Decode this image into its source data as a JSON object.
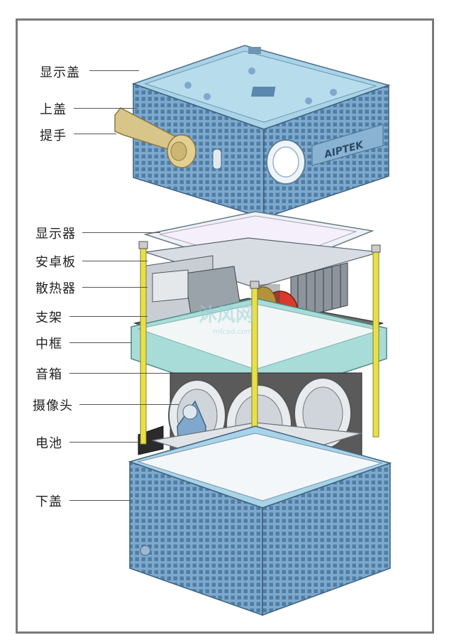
{
  "labels": {
    "display_cover": "显示盖",
    "top_cover": "上盖",
    "handle": "提手",
    "display": "显示器",
    "android_board": "安卓板",
    "heatsink": "散热器",
    "bracket": "支架",
    "middle_frame": "中框",
    "speaker": "音箱",
    "camera": "摄像头",
    "battery": "电池",
    "bottom_cover": "下盖"
  },
  "brand": "AIPTEK",
  "watermark": "沐风网",
  "watermark_url": "mfcad.com",
  "colors": {
    "cover_blue": "#7fa9cc",
    "cover_light": "#a9d3e6",
    "frame_teal": "#a8dcd8",
    "rod_yellow": "#e8e04a",
    "handle_tan": "#d8c58a",
    "dark_board": "#4a4a4a",
    "red_fan": "#d93a2b"
  }
}
